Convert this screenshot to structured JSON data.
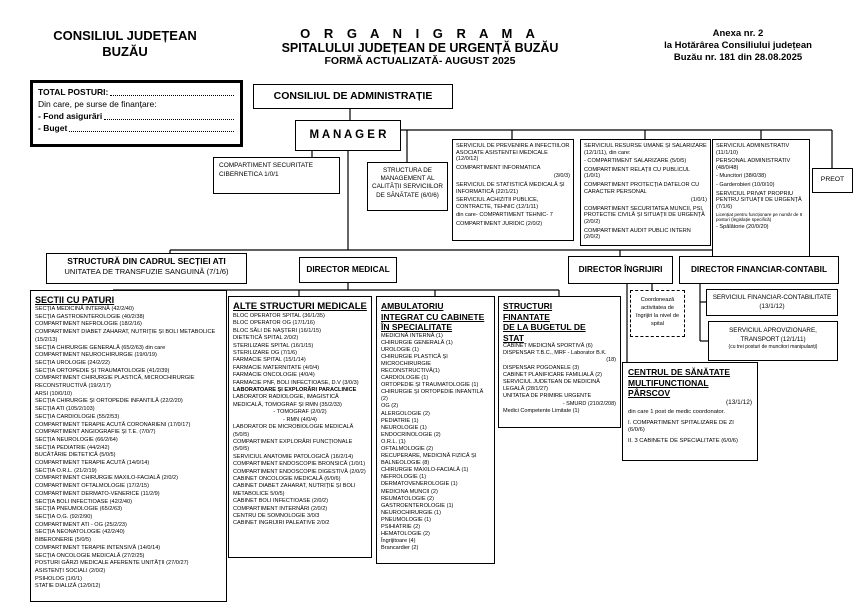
{
  "header": {
    "left_org_line1": "CONSILIUL JUDEȚEAN",
    "left_org_line2": "BUZĂU",
    "title_line1": "O R G A N I G R A M A",
    "title_line2": "SPITALULUI JUDEȚEAN DE URGENȚĂ BUZĂU",
    "title_line3": "FORMĂ ACTUALIZATĂ- AUGUST 2025",
    "annex_line1": "Anexa nr. 2",
    "annex_line2": "la Hotărârea Consiliului județean",
    "annex_line3": "Buzău nr. 181 din 28.08.2025"
  },
  "total_posturi": {
    "title": "TOTAL POSTURI:",
    "subtitle": "Din care, pe surse de finanțare:",
    "item1": "- Fond asigurări",
    "item2": "- Buget"
  },
  "top": {
    "consiliu_administratie": "CONSILIUL DE ADMINISTRAȚIE",
    "manager": "M A N A G E R",
    "preot": "PREOT",
    "securitate": "COMPARTIMENT SECURITATE CIBERNETICA  1/0/1",
    "structura_management": "STRUCTURA DE MANAGEMENT AL CALITĂȚII SERVICIILOR DE SĂNĂTATE (6/0/6)",
    "serviciul_prevenire": [
      {
        "text": "SERVICIUL DE  PREVENIRE A INFECTIILOR ASOCIATE ASISTENTEI MEDICALE (12/0/12)"
      },
      {
        "text": "COMPARTIMENT INFORMATICA"
      },
      {
        "text": "(3/0/3)",
        "style": "right"
      },
      {
        "text": "SERVICIUL DE STATISTICĂ MEDICALĂ ȘI INFORMATICĂ      (22/1/21)"
      },
      {
        "text": "SERVICIUL ACHIZITII PUBLICE, CONTRACTE, TEHNIC (12/1/11)"
      },
      {
        "text": "din care- COMPARTIMENT TEHNIC- 7"
      },
      {
        "text": "COMPARTIMENT JURIDIC (2/0/2)"
      }
    ],
    "serviciul_resurse_umane": [
      {
        "text": "SERVICIUL RESURSE UMANE ȘI SALARIZARE (12/1/11), din care:"
      },
      {
        "text": "- COMPARTIMENT SALARIZARE (5/0/5)"
      },
      {
        "text": "COMPARTIMENT RELAȚII  CU PUBLICUL (1/0/1)"
      },
      {
        "text": "COMPARTIMENT PROTECȚIA DATELOR CU CARACTER PERSONAL"
      },
      {
        "text": "(1/0/1)",
        "style": "right"
      },
      {
        "text": "COMPARTIMENT SECURITATEA MUNCII, PSI, PROTECTIE CIVILĂ ȘI SITUAȚII DE URGENȚĂ (2/0/2)"
      },
      {
        "text": "COMPARTIMENT AUDIT PUBLIC INTERN (2/0/2)"
      }
    ],
    "serviciul_administrativ": [
      {
        "text": "SERVICIUL ADMINISTRATIV (11/1/10)"
      },
      {
        "text": "PERSONAL ADMINISTRATIV (48/0/48)"
      },
      {
        "text": "- Muncitori (38/0/38)"
      },
      {
        "text": "- Garderobieri (10/0/10)"
      },
      {
        "text": "SERVICIUL PRIVAT PROPRIU PENTRU SITUAȚII DE URGENȚĂ (7/1/6)"
      },
      {
        "text": "Licențiat pentru funcționare pe număr de 6 posturi (legislație specifică)",
        "style": "tiny"
      },
      {
        "text": "- Spălătorie (20/0/20)"
      }
    ]
  },
  "structura_ati": {
    "line1": "STRUCTURĂ DIN CADRUL SECȚIEI ATI",
    "line2": "UNITATEA DE TRANSFUZIE SANGUINĂ (7/1/6)"
  },
  "directors": {
    "medical": "DIRECTOR MEDICAL",
    "ingrijiri": "DIRECTOR ÎNGRIJIRI",
    "financiar": "DIRECTOR FINANCIAR-CONTABIL"
  },
  "sectii_cu_paturi": {
    "title": "SECTII CU PATURI",
    "items": [
      "SECȚIA MEDICINĂ INTERNĂ (42/2/40)",
      "SECȚIA GASTROENTEROLOGIE (40/2/38)",
      "COMPARTIMENT NEFROLOGIE (18/2/16)",
      "COMPARTIMENT DIABET ZAHARAT, NUTRIȚIE ȘI BOLI METABOLICE (15/2/13)",
      "SECȚIA CHIRURGIE GENERALĂ (65/2/63) din care",
      "COMPARTIMENT NEUROCHIRURGIE (19/0/19)",
      "SECȚIA UROLOGIE (24/2/22)",
      "SECȚIA ORTOPEDIE ȘI TRAUMATOLOGIE (41/2/39)",
      "COMPARTIMENT CHIRURGIE PLASTICĂ, MICROCHIRURGIE RECONSTRUCTIVĂ (19/2/17)",
      "ARSI (10/0/10)",
      "SECȚIA CHIRURGIE ȘI ORTOPEDIE INFANTILĂ (22/2/20)",
      "SECȚIA ATI (105/2/103)",
      "SECȚIA CARDIOLOGIE (55/2/53)",
      "COMPARTIMENT TERAPIE ACUTĂ CORONARIENI (17/0/17)",
      "COMPARTIMENT ANGIOGRAFIE ȘI T.E. (7/0/7)",
      "SECȚIA NEUROLOGIE (66/2/64)",
      "SECȚIA PEDIATRIE (44/2/42)",
      "BUCĂTĂRIE DIETETICĂ  (5/0/5)",
      "COMPARTIMENT TERAPIE ACUTĂ (14/0/14)",
      "SECȚIA O.R.L. (21/2/19)",
      "COMPARTIMENT CHIRURGIE MAXILO-FACIALĂ (2/0/2)",
      "COMPARTIMENT OFTALMOLOGIE (17/2/15)",
      "COMPARTIMENT DERMATO-VENERICE (11/2/9)",
      "SECȚIA BOLI INFECTIOASE (42/2/40)",
      "SECȚIA PNEUMOLOGIE (65/2/63)",
      "SECȚIA O.G.  (92/2/90)",
      "COMPARTIMENT ATI - OG (25/2/23)",
      "SECȚIA NEONATOLOGIE (42/2/40)",
      "BIBERONERIE (5/0/5)",
      "COMPARTIMENT TERAPIE INTENSIVĂ (14/0/14)",
      "SECȚIA ONCOLOGIE MEDICALĂ (27/2/25)",
      "POSTURI GĂRZI MEDICALE AFERENTE UNITĂȚII (27/0/27)",
      "ASISTENȚI SOCIALI (2/0/2)",
      "PSIHOLOG (1/0/1)",
      "STATIE DIALIZĂ (12/0/12)"
    ]
  },
  "alte_structuri": {
    "title": "ALTE STRUCTURI MEDICALE",
    "items": [
      {
        "text": "BLOC OPERATOR SPITAL (36/1/35)",
        "style": "gap"
      },
      {
        "text": "BLOC OPERATOR OG (17/1/16)"
      },
      {
        "text": "BLOC SĂLI DE NAȘTERI (16/1/15)"
      },
      {
        "text": "DIETETICĂ SPITAL 2/0/2)"
      },
      {
        "text": "STERILIZARE SPITAL (16/1/15)"
      },
      {
        "text": "STERILIZARE OG (7/1/6)"
      },
      {
        "text": "FARMACIE SPITAL (15/1/14)"
      },
      {
        "text": "FARMACIE MATERNITATE (4/0/4)"
      },
      {
        "text": "FARMACIE ONCOLOGIE (4/0/4)"
      },
      {
        "text": "FARMACIE  PNF, BOLI INFECTIOASE, D.V (3/0/3)"
      },
      {
        "text": "LABORATOARE ȘI EXPLORĂRI PARACLINICE",
        "style": "b gap"
      },
      {
        "text": "LABORATOR RADIOLOGIE, IMAGISTICĂ MEDICALĂ, TOMOGRAF ȘI RMN (35/2/33)"
      },
      {
        "text": "-      TOMOGRAF (2/0/2)",
        "style": "center"
      },
      {
        "text": "-      RMN (4/0/4)",
        "style": "center"
      },
      {
        "text": "LABORATOR DE MICROBIOLOGIE MEDICALĂ (5/0/5)"
      },
      {
        "text": "COMPARTIMENT EXPLORĂRI FUNCȚIONALE (5/0/5)"
      },
      {
        "text": "SERVICIUL ANATOMIE PATOLOGICĂ (16/2/14)"
      },
      {
        "text": "COMPARTIMENT ENDOSCOPIE BRONSICĂ (1/0/1)"
      },
      {
        "text": "COMPARTIMENT ENDOSCOPIE DIGESTIVĂ (2/0/2)"
      },
      {
        "text": "CABINET ONCOLOGIE MEDICALĂ (6/0/6)"
      },
      {
        "text": "CABINET DIABET ZAHARAT, NUTRIȚIE ȘI BOLI METABOLICE  5/0/5)"
      },
      {
        "text": "CABINET BOLI INFECTIOASE (2/0/2)"
      },
      {
        "text": "COMPARTIMENT INTERNĂRI (2/0/2)"
      },
      {
        "text": "CENTRU DE SOMNOLOGIE 3/0/3"
      },
      {
        "text": "CABINET INGRIJIRI PALEATIVE 2/0/2"
      }
    ]
  },
  "ambulatoriu": {
    "title_line1": "AMBULATORIU",
    "title_line2": "INTEGRAT CU CABINETE",
    "title_line3": "ÎN SPECIALITATE",
    "items": [
      {
        "text": "MEDICINĂ INTERNĂ (1)",
        "style": "gap"
      },
      {
        "text": "CHIRURGIE GENERALĂ (1)"
      },
      {
        "text": "UROLOGIE (1)"
      },
      {
        "text": "CHIRURGIE PLASTICĂ ȘI MICROCHIRURGIE RECONSTRUCTIVĂ(1)"
      },
      {
        "text": "CARDIOLOGIE (1)"
      },
      {
        "text": "ORTOPEDIE ȘI TRAUMATOLOGIE (1)"
      },
      {
        "text": "CHIRURGIE ȘI ORTOPEDIE INFANTILĂ (2)"
      },
      {
        "text": "OG  (2)"
      },
      {
        "text": "ALERGOLOGIE (2)"
      },
      {
        "text": "PEDIATRIE (1)"
      },
      {
        "text": "NEUROLOGIE (1)"
      },
      {
        "text": "ENDOCRINOLOGIE (2)"
      },
      {
        "text": "O.R.L. (1)"
      },
      {
        "text": "OFTALMOLOGIE (2)"
      },
      {
        "text": "RECUPERARE, MEDICINĂ FIZICĂ ȘI BALNEOLOGIE (8)"
      },
      {
        "text": "CHIRURGIE MAXILO-FACIALĂ (1)"
      },
      {
        "text": "NEFROLOGIE (1)"
      },
      {
        "text": "DERMATOVENEROLOGIE (1)"
      },
      {
        "text": "MEDICINA MUNCII (2)"
      },
      {
        "text": "REUMATOLOGIE (2)"
      },
      {
        "text": "GASTROENTEROLOGIE (1)"
      },
      {
        "text": "NEUROCHIRURGIE (1)"
      },
      {
        "text": "PNEUMOLOGIE (1)"
      },
      {
        "text": "PSIHIATRIE (2)"
      },
      {
        "text": "HEMATOLOGIE (2)"
      },
      {
        "text": "Îngrijitoare (4)"
      },
      {
        "text": "Brancardier (2)"
      }
    ]
  },
  "structuri_finantate": {
    "title_line1": "STRUCTURI",
    "title_line2": "FINANTATE",
    "title_line3": "DE LA BUGETUL DE",
    "title_line4": "STAT",
    "items": [
      {
        "text": "CABINET MEDICINĂ SPORTIVĂ (6)",
        "style": "gap"
      },
      {
        "text": "DISPENSAR T.B.C., MRF - Laborator B.K."
      },
      {
        "text": "(18)",
        "style": "right"
      },
      {
        "text": "DISPENSAR POGOANELE (3)"
      },
      {
        "text": "CABINET PLANIFICARE FAMILIALĂ (2)"
      },
      {
        "text": "SERVICIUL JUDETEAN DE MEDICINĂ LEGALĂ (28/1/27)"
      },
      {
        "text": "UNITATEA DE PRIMIRE URGENTE"
      },
      {
        "text": "- SMURD (210/2/208)",
        "style": "right"
      },
      {
        "text": "Medici Competente Limitate (1)"
      }
    ]
  },
  "right_side": {
    "coordoneaza": "Coordonează activitatea de îngrijiri la nivel de spital",
    "serv_financiar_line1": "SERVICIUL FINANCIAR-CONTABILITATE",
    "serv_financiar_line2": "(13/1/12)",
    "serv_aprovizionare_line1": "SERVICIUL APROVIZIONARE,",
    "serv_aprovizionare_line2": "TRANSPORT (12/1/11)",
    "serv_aprovizionare_note": "(cu trei posturi de muncitori manipulanți)",
    "centru": {
      "title_line1": "CENTRUL DE SĂNĂTATE",
      "title_line2": "MULTIFUNCTIONAL",
      "title_line3": "PÂRSCOV",
      "posts": "(13/1/12)",
      "note": "din care 1 post de medic coordonator.",
      "item1": "I. COMPARTIMENT SPITALIZARE DE ZI  (6/0/6)",
      "item2": "II. 3 CABINETE DE SPECIALITATE (6/0/6)"
    }
  }
}
